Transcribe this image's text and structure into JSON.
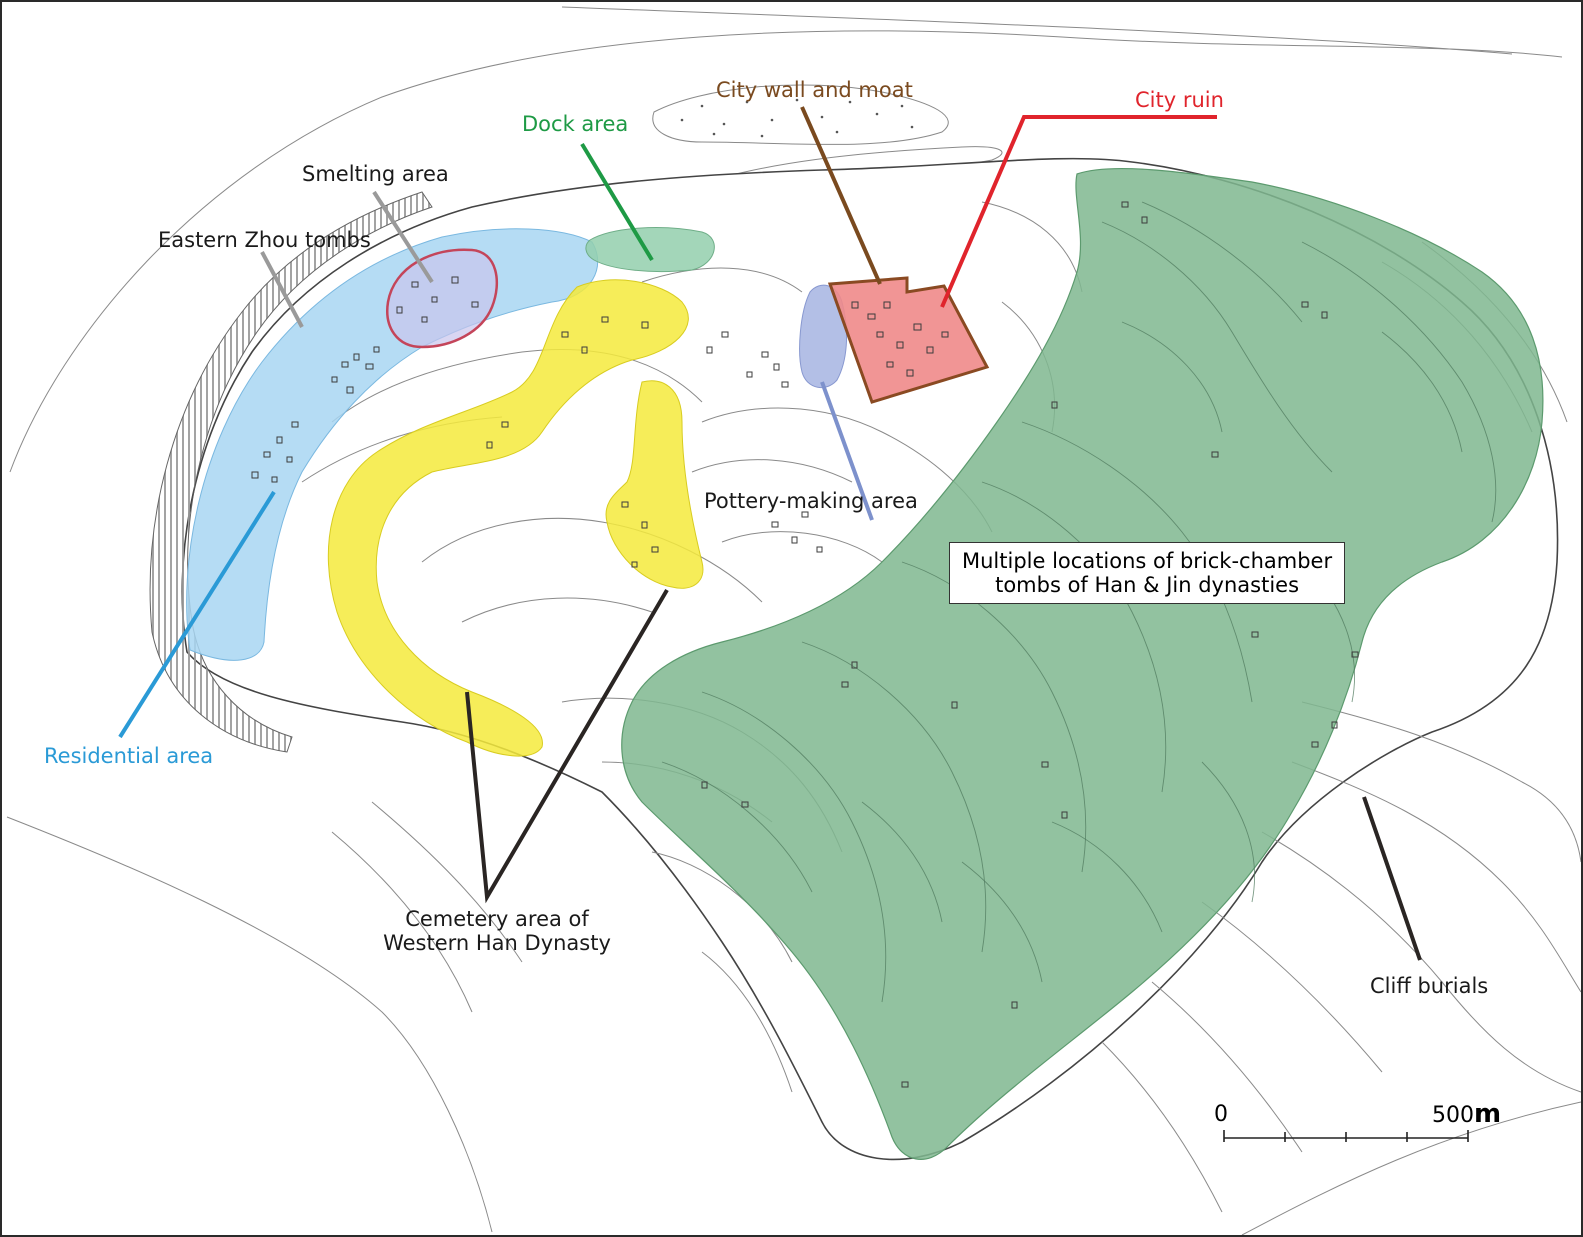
{
  "labels": {
    "city_wall": "City wall and moat",
    "city_ruin": "City ruin",
    "dock": "Dock area",
    "smelting": "Smelting area",
    "eastern_zhou": "Eastern Zhou tombs",
    "pottery": "Pottery-making area",
    "brick_tombs_line1": "Multiple locations of brick-chamber",
    "brick_tombs_line2": "tombs of Han & Jin dynasties",
    "residential": "Residential area",
    "cemetery_line1": "Cemetery area of",
    "cemetery_line2": "Western Han Dynasty",
    "cliff": "Cliff burials"
  },
  "scale_bar": {
    "start": "0",
    "end": "500",
    "unit": "m"
  },
  "colors": {
    "residential": "#a8d6f2",
    "cemetery": "#f4ea3c",
    "brick_tombs": "#7fb78f",
    "dock": "#93cfad",
    "city_ruin": "#f08a8a",
    "pottery": "#a6b4e2",
    "smelting_outline": "#c4455a",
    "city_wall_text": "#7a4a1f",
    "city_ruin_text": "#e0242c",
    "dock_text": "#1e9a45",
    "residential_text": "#2a9ad6"
  }
}
